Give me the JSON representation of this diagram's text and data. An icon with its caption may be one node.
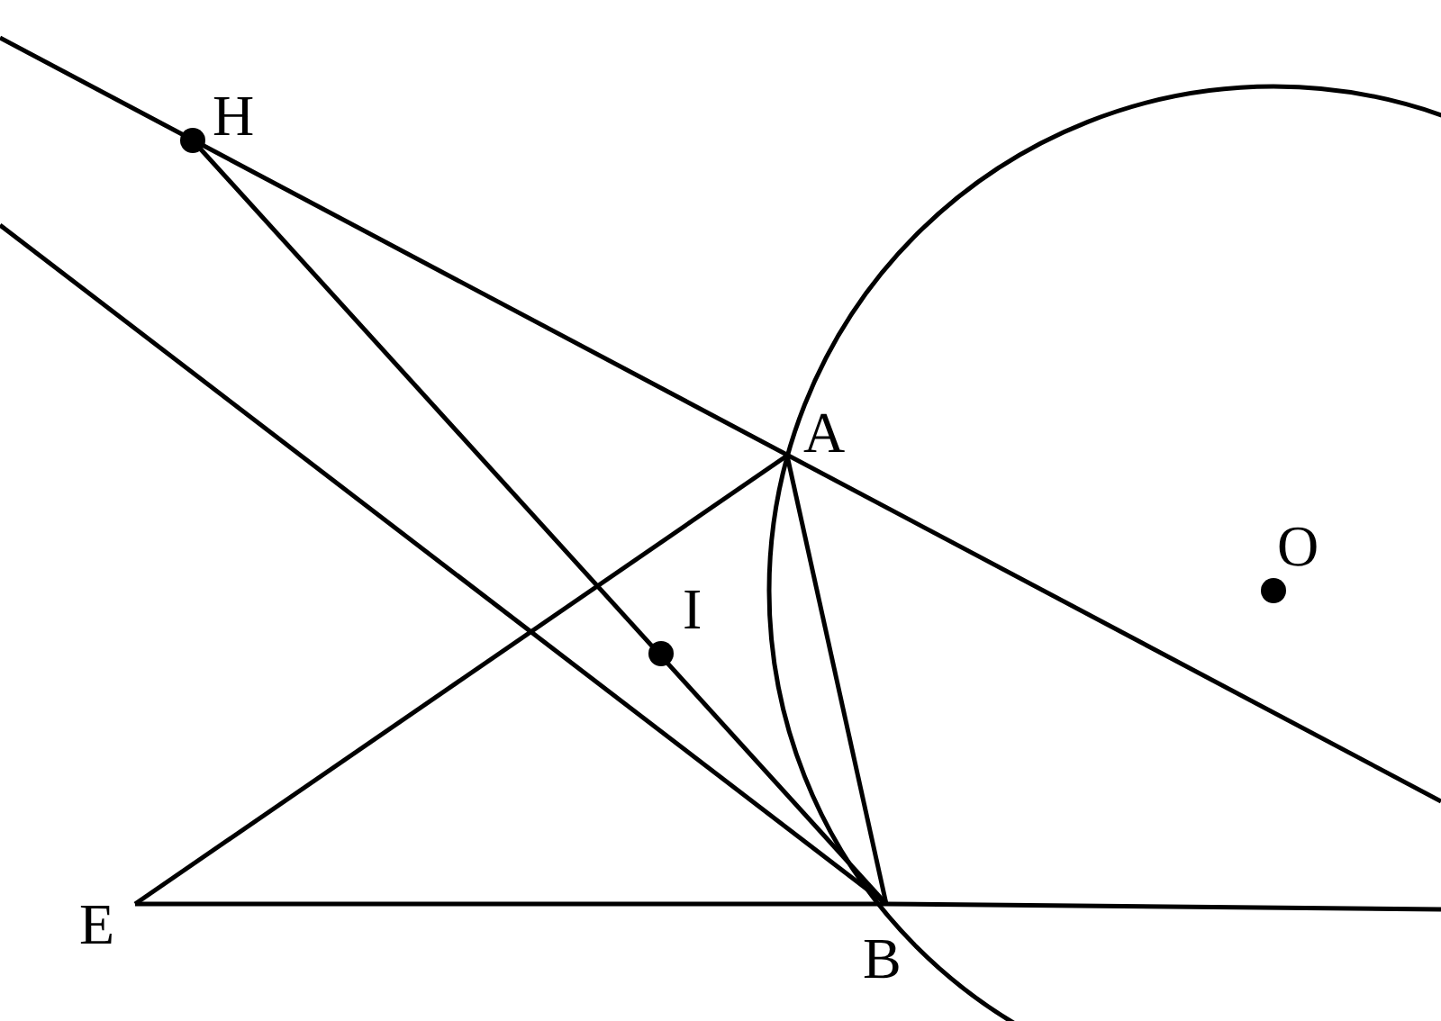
{
  "diagram": {
    "labels": [
      "H",
      "A",
      "O",
      "I",
      "E",
      "B"
    ]
  }
}
